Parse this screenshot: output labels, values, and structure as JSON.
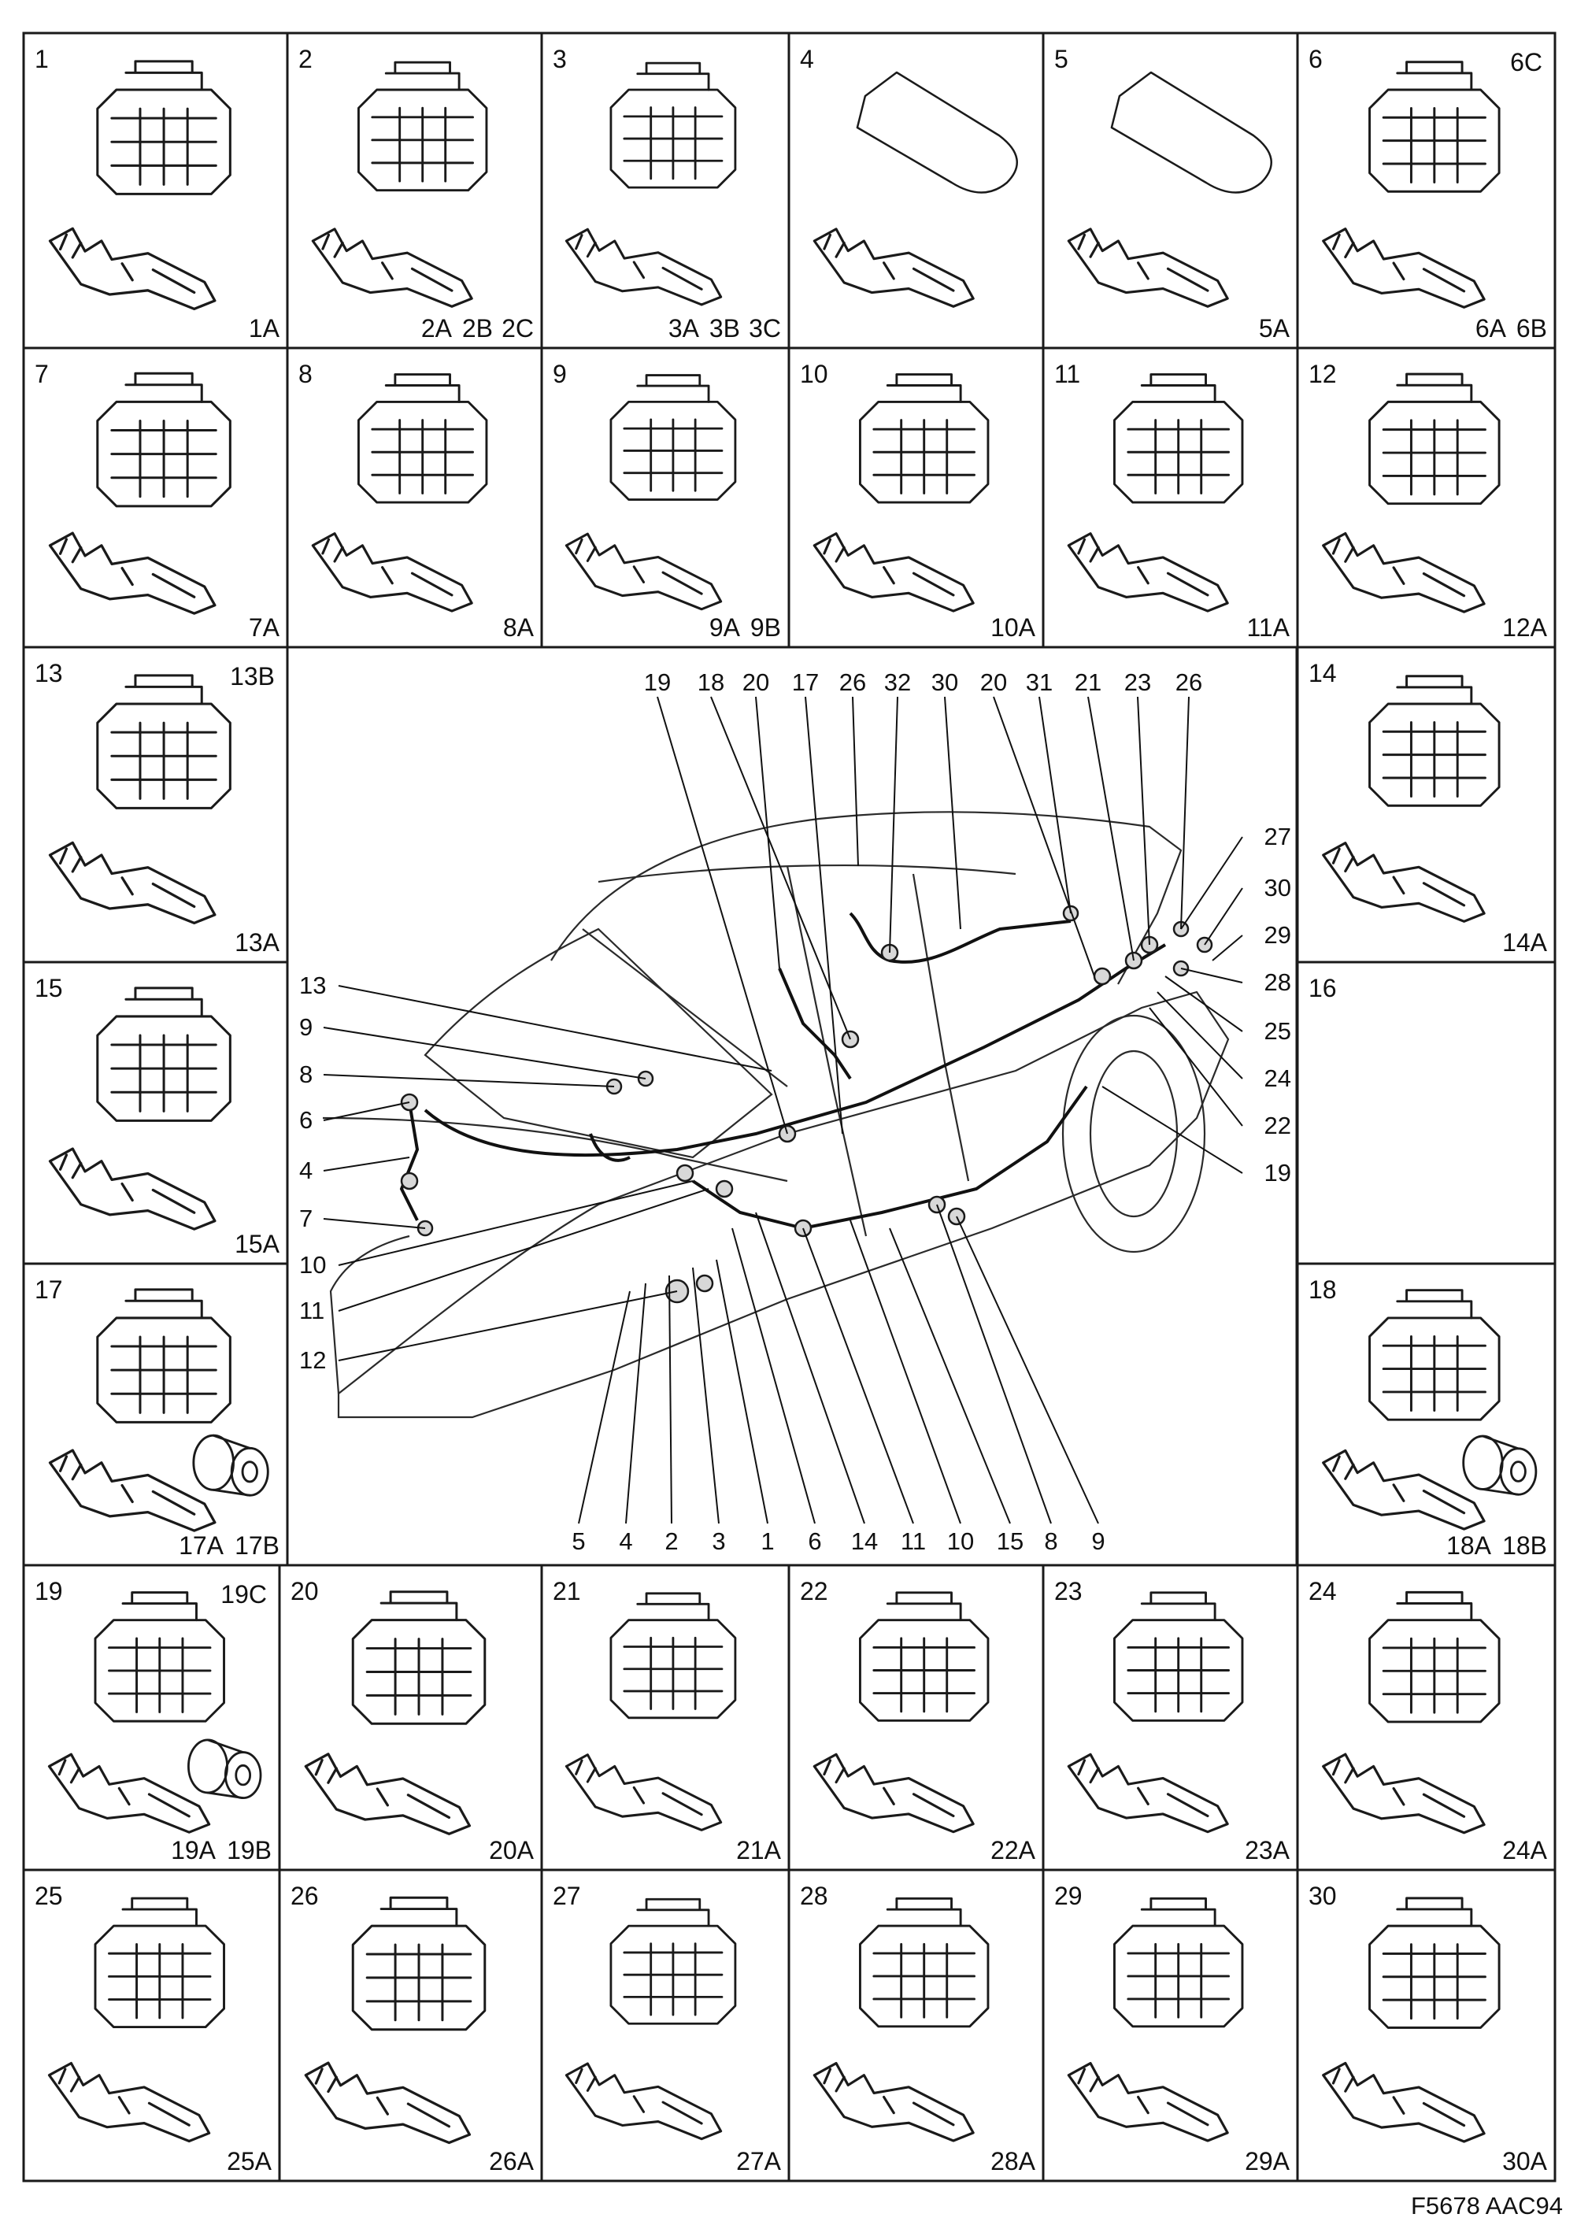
{
  "figure_code": "F5678 AAC94",
  "cells": [
    {
      "n": "1",
      "parts": [
        "1A"
      ]
    },
    {
      "n": "2",
      "parts": [
        "2A",
        "2B",
        "2C"
      ]
    },
    {
      "n": "3",
      "parts": [
        "3A",
        "3B",
        "3C"
      ]
    },
    {
      "n": "4",
      "parts": []
    },
    {
      "n": "5",
      "parts": [
        "5A"
      ]
    },
    {
      "n": "6",
      "parts": [
        "6C",
        "6A",
        "6B"
      ]
    },
    {
      "n": "7",
      "parts": [
        "7A"
      ]
    },
    {
      "n": "8",
      "parts": [
        "8A"
      ]
    },
    {
      "n": "9",
      "parts": [
        "9A",
        "9B"
      ]
    },
    {
      "n": "10",
      "parts": [
        "10A"
      ]
    },
    {
      "n": "11",
      "parts": [
        "11A"
      ]
    },
    {
      "n": "12",
      "parts": [
        "12A"
      ]
    },
    {
      "n": "13",
      "parts": [
        "13B",
        "13A"
      ]
    },
    {
      "n": "14",
      "parts": [
        "14A"
      ]
    },
    {
      "n": "15",
      "parts": [
        "15A"
      ]
    },
    {
      "n": "16",
      "parts": []
    },
    {
      "n": "17",
      "parts": [
        "17A",
        "17B"
      ]
    },
    {
      "n": "18",
      "parts": [
        "18A",
        "18B"
      ]
    },
    {
      "n": "19",
      "parts": [
        "19C",
        "19A",
        "19B"
      ]
    },
    {
      "n": "20",
      "parts": [
        "20A"
      ]
    },
    {
      "n": "21",
      "parts": [
        "21A"
      ]
    },
    {
      "n": "22",
      "parts": [
        "22A"
      ]
    },
    {
      "n": "23",
      "parts": [
        "23A"
      ]
    },
    {
      "n": "24",
      "parts": [
        "24A"
      ]
    },
    {
      "n": "25",
      "parts": [
        "25A"
      ]
    },
    {
      "n": "26",
      "parts": [
        "26A"
      ]
    },
    {
      "n": "27",
      "parts": [
        "27A"
      ]
    },
    {
      "n": "28",
      "parts": [
        "28A"
      ]
    },
    {
      "n": "29",
      "parts": [
        "29A"
      ]
    },
    {
      "n": "30",
      "parts": [
        "30A"
      ]
    }
  ],
  "car_callouts": {
    "top": [
      "19",
      "18",
      "20",
      "17",
      "26",
      "32",
      "30",
      "20",
      "31",
      "21",
      "23",
      "26"
    ],
    "right": [
      "27",
      "30",
      "29",
      "28",
      "25",
      "24",
      "22",
      "19"
    ],
    "left": [
      "13",
      "9",
      "8",
      "6",
      "4",
      "7",
      "10",
      "11",
      "12"
    ],
    "bottom": [
      "5",
      "4",
      "2",
      "3",
      "1",
      "6",
      "14",
      "11",
      "10",
      "15",
      "8",
      "9"
    ]
  }
}
